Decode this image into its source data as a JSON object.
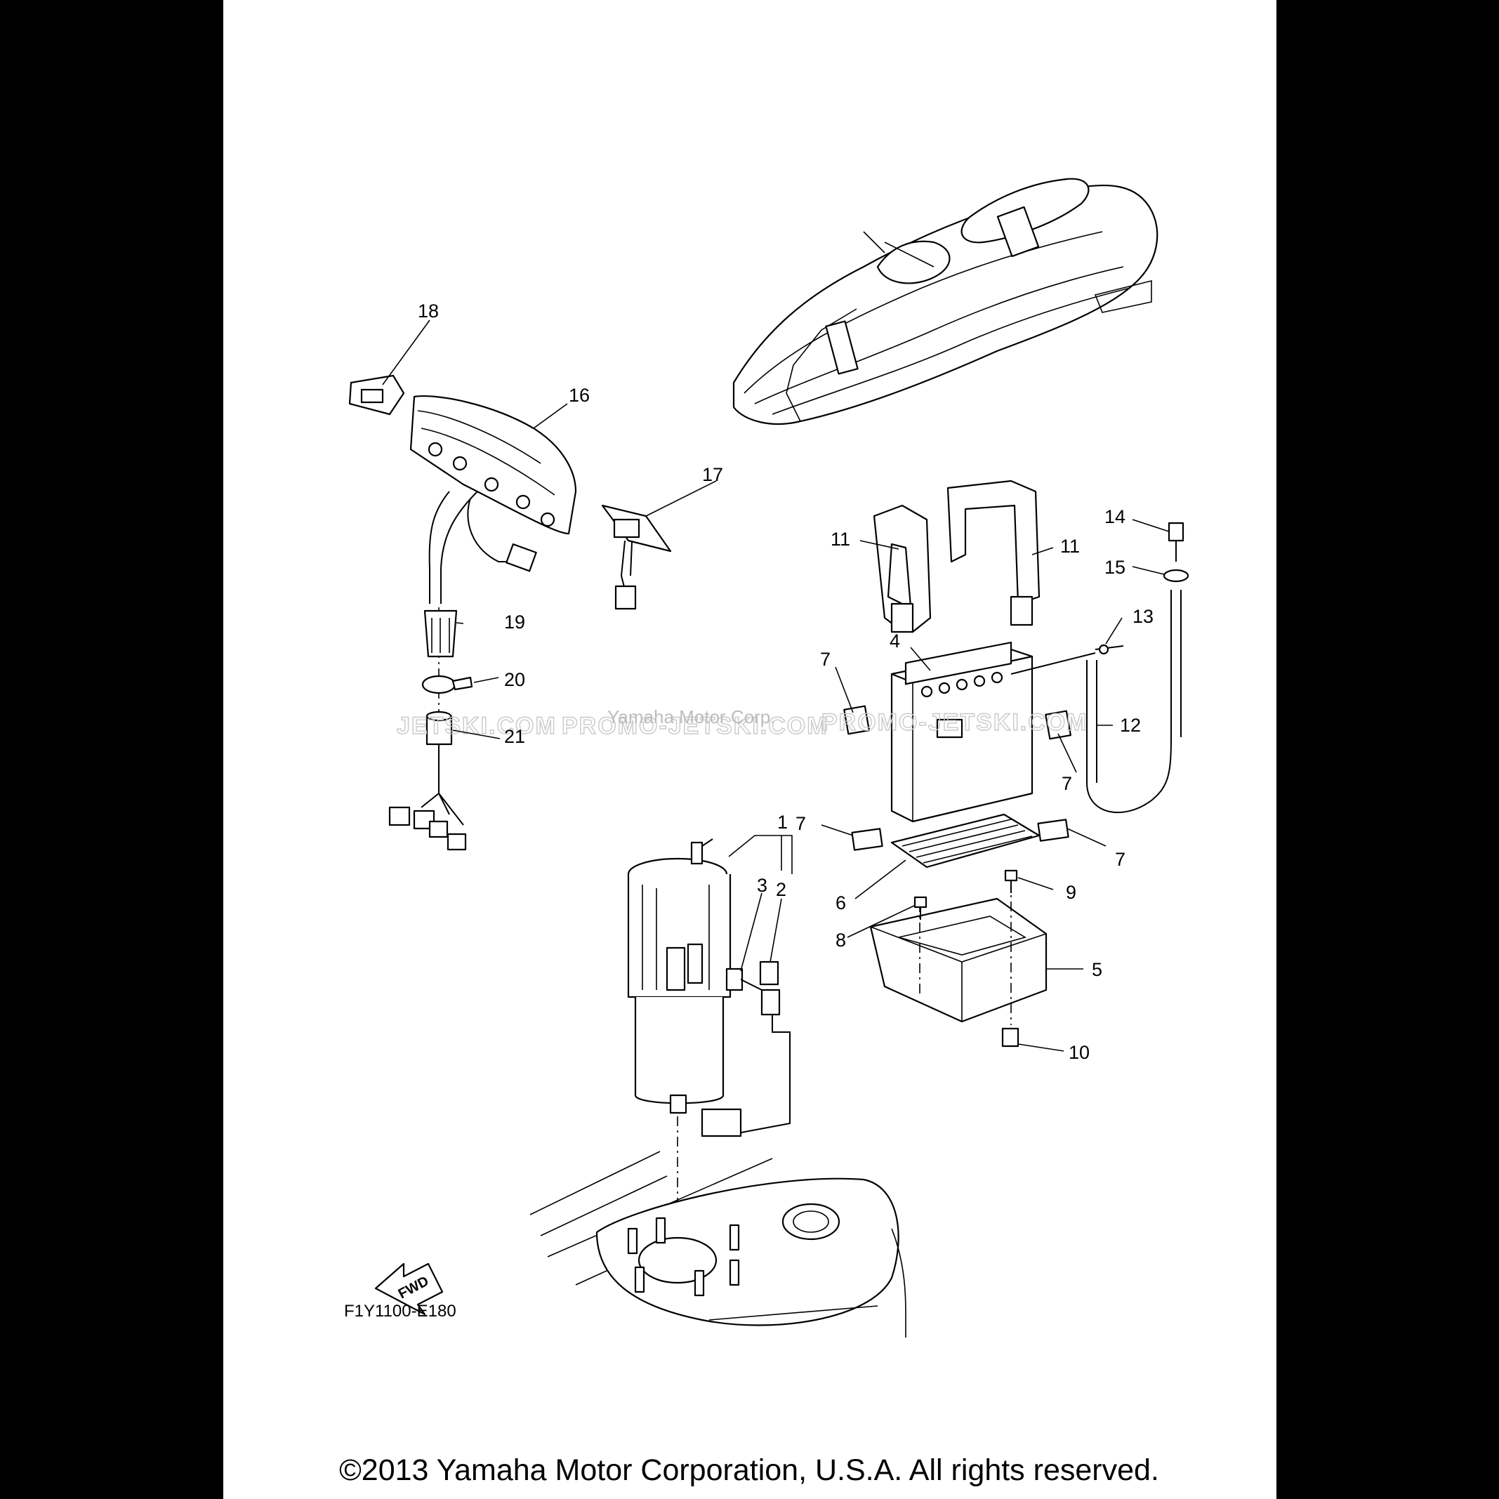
{
  "diagram": {
    "part_code": "F1Y1100-E180",
    "copyright": "©2013 Yamaha Motor Corporation, U.S.A. All rights reserved.",
    "fwd_label": "FWD",
    "watermark": {
      "site_left": "JETSKI.COM",
      "site_mid": "PROMO-JETSKI.COM",
      "site_right": "PROMO-JETSKI.COM",
      "overlay": "Yamaha Motor Corp."
    },
    "callouts": {
      "c1": "1",
      "c2": "2",
      "c3": "3",
      "c4": "4",
      "c5": "5",
      "c6": "6",
      "c7a": "7",
      "c7b": "7",
      "c7c": "7",
      "c7d": "7",
      "c8": "8",
      "c9": "9",
      "c10": "10",
      "c11a": "11",
      "c11b": "11",
      "c12": "12",
      "c13": "13",
      "c14": "14",
      "c15": "15",
      "c16": "16",
      "c17": "17",
      "c18": "18",
      "c19": "19",
      "c20": "20",
      "c21": "21"
    }
  }
}
